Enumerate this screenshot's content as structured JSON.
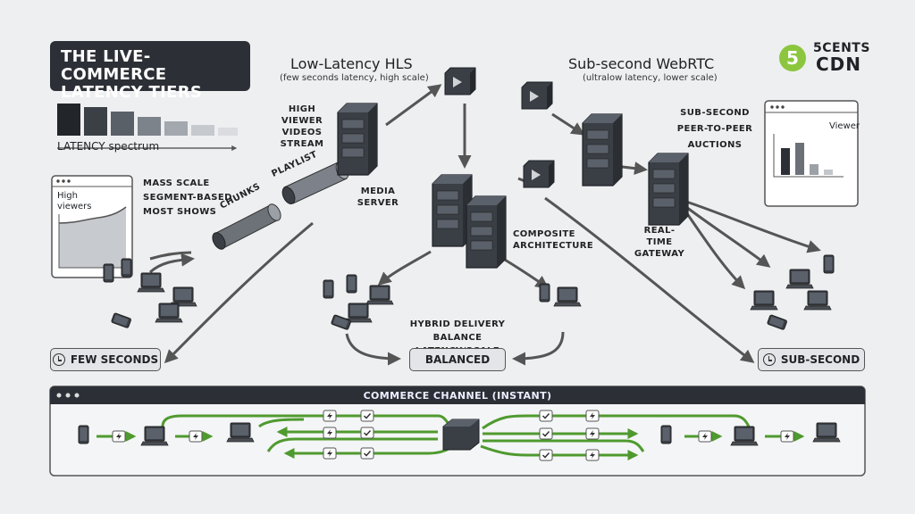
{
  "title": "THE LIVE-COMMERCE LATENCY TIERS",
  "brand": {
    "badge": "5",
    "line1": "5CENTS",
    "line2": "CDN"
  },
  "spectrum": {
    "label": "LATENCY spectrum"
  },
  "hls": {
    "heading": "Low-Latency HLS",
    "subheading": "(few seconds latency, high scale)",
    "stream_label": [
      "HIGH VIEWER",
      "VIDEOS",
      "STREAM"
    ],
    "server_label": [
      "MEDIA",
      "SERVER"
    ],
    "pipe_labels": {
      "chunks": "CHUNKS",
      "playlist": "PLAYLIST"
    },
    "window_text": [
      "High",
      "viewers"
    ],
    "features": [
      "MASS SCALE",
      "SEGMENT-BASED",
      "MOST SHOWS"
    ]
  },
  "webrtc": {
    "heading": "Sub-second WebRTC",
    "subheading": "(ultralow latency, lower scale)",
    "features": [
      "SUB-SECOND",
      "PEER-TO-PEER",
      "AUCTIONS"
    ],
    "gateway_label": [
      "REAL-TIME",
      "GATEWAY"
    ],
    "window_text": "Viewer"
  },
  "hybrid": {
    "arch_label": [
      "COMPOSITE",
      "ARCHITECTURE"
    ],
    "delivery_label": [
      "HYBRID DELIVERY",
      "BALANCE LATENCY/SCALE"
    ]
  },
  "tiers": {
    "few": "FEW SECONDS",
    "balanced": "BALANCED",
    "sub": "SUB-SECOND"
  },
  "commerce": {
    "heading": "COMMERCE CHANNEL (INSTANT)"
  },
  "colors": {
    "dark": "#2c3036",
    "green": "#5aa033",
    "accent": "#8cc63f",
    "bg": "#eeeff1"
  }
}
